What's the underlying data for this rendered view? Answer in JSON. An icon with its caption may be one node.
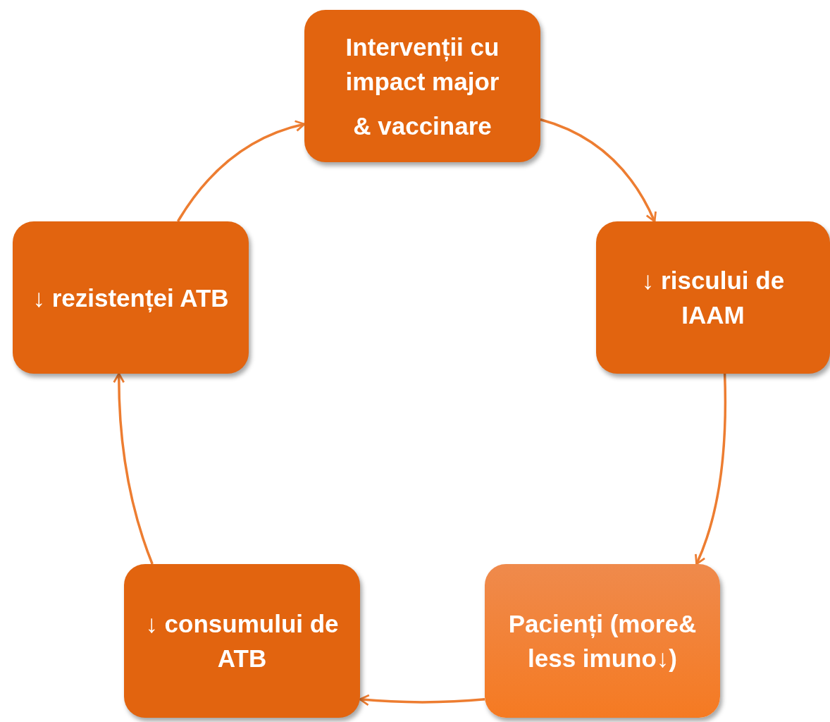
{
  "diagram": {
    "nodes": [
      {
        "text": [
          "Intervenții cu impact major",
          "& vaccinare"
        ]
      },
      {
        "text": [
          "↓ riscului de IAAM"
        ]
      },
      {
        "text": [
          "Pacienți (more& less imuno↓)"
        ]
      },
      {
        "text": [
          "↓ consumului de ATB"
        ]
      },
      {
        "text": [
          "↓ rezistenței ATB"
        ]
      }
    ],
    "edges": [
      {
        "from": 0,
        "to": 1,
        "arrow": "to"
      },
      {
        "from": 1,
        "to": 2,
        "arrow": "to"
      },
      {
        "from": 2,
        "to": 3,
        "arrow": "to"
      },
      {
        "from": 3,
        "to": 4,
        "arrow": "to"
      },
      {
        "from": 4,
        "to": 0,
        "arrow": "to"
      }
    ]
  }
}
